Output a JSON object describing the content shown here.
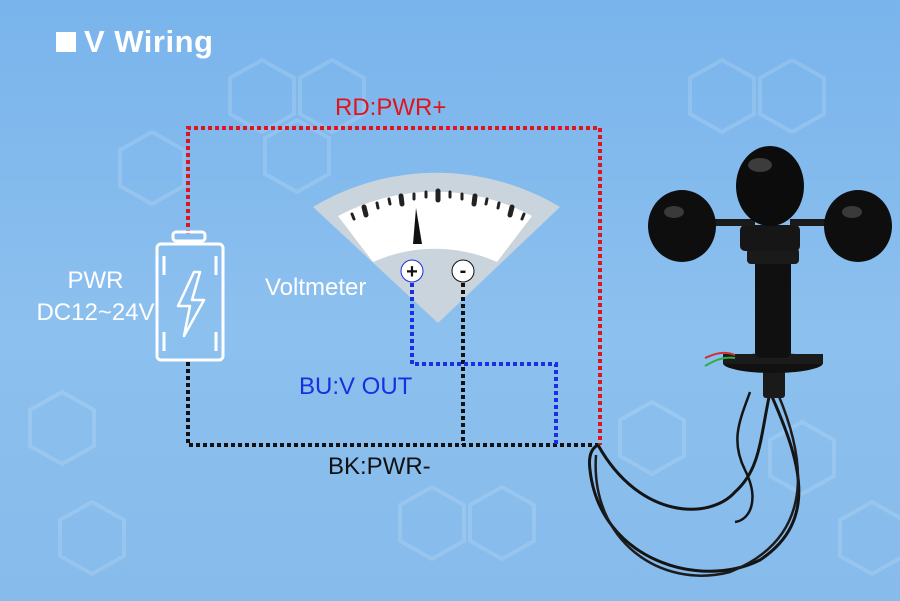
{
  "title": "V Wiring",
  "labels": {
    "red_wire": "RD:PWR+",
    "blue_wire": "BU:V OUT",
    "black_wire": "BK:PWR-",
    "voltmeter": "Voltmeter",
    "power_line1": "PWR",
    "power_line2": "DC12~24V"
  },
  "terminals": {
    "plus": "+",
    "minus": "-"
  },
  "icons": {
    "battery": "battery-lightning-icon",
    "meter": "analog-voltmeter-icon",
    "sensor": "anemometer-sensor-icon"
  },
  "colors": {
    "red_wire": "#e0141c",
    "blue_wire": "#1a2fe0",
    "black_wire": "#111111",
    "background": "#7fb8ed"
  }
}
